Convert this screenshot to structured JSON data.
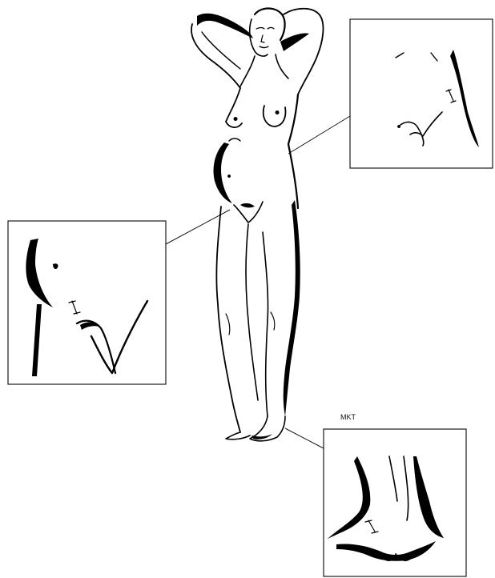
{
  "illustration": {
    "subject": "figure-line-drawing",
    "ink_color": "#000000",
    "background_color": "#ffffff",
    "signature": "MKT"
  },
  "insets": [
    {
      "name": "upper-right-inset",
      "content": "abdomen-detail"
    },
    {
      "name": "left-inset",
      "content": "groin-detail"
    },
    {
      "name": "lower-right-inset",
      "content": "foot-detail"
    }
  ]
}
